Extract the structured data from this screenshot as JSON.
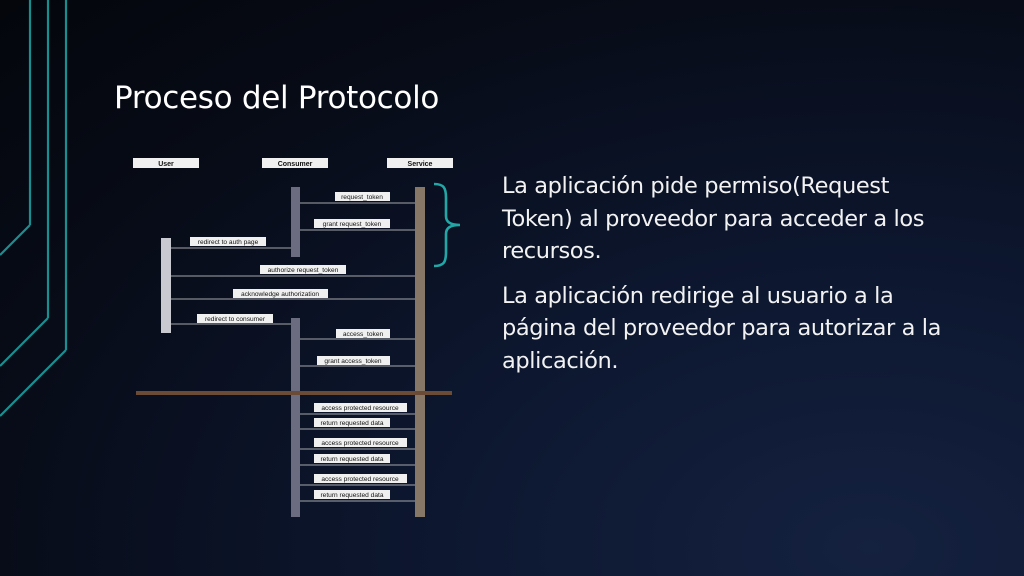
{
  "slide": {
    "title": "Proceso del Protocolo",
    "paragraphs": [
      "La aplicación pide permiso(Request Token) al proveedor para acceder a los recursos.",
      "La aplicación redirige al usuario a la página del proveedor para autorizar a la aplicación."
    ]
  },
  "diagram": {
    "participants": [
      "User",
      "Consumer",
      "Service"
    ],
    "messages": [
      {
        "label": "request_token",
        "from": "Consumer",
        "to": "Service"
      },
      {
        "label": "grant request_token",
        "from": "Service",
        "to": "Consumer"
      },
      {
        "label": "redirect to auth page",
        "from": "Consumer",
        "to": "User"
      },
      {
        "label": "authorize request_token",
        "from": "User",
        "to": "Service"
      },
      {
        "label": "acknowledge authorization",
        "from": "Service",
        "to": "User"
      },
      {
        "label": "redirect to consumer",
        "from": "User",
        "to": "Consumer"
      },
      {
        "label": "access_token",
        "from": "Consumer",
        "to": "Service"
      },
      {
        "label": "grant access_token",
        "from": "Service",
        "to": "Consumer"
      },
      {
        "label": "access protected resource",
        "from": "Consumer",
        "to": "Service"
      },
      {
        "label": "return requested data",
        "from": "Service",
        "to": "Consumer"
      },
      {
        "label": "access protected resource",
        "from": "Consumer",
        "to": "Service"
      },
      {
        "label": "return requested data",
        "from": "Service",
        "to": "Consumer"
      },
      {
        "label": "access protected resource",
        "from": "Consumer",
        "to": "Service"
      },
      {
        "label": "return requested data",
        "from": "Service",
        "to": "Consumer"
      }
    ]
  },
  "colors": {
    "accent_lines": "#1fa5a5",
    "brace": "#22a7a7",
    "divider": "#6b4a36",
    "user_bar": "#c9c9d1",
    "consumer_bar": "#6c6c80",
    "service_bar": "#877766"
  }
}
